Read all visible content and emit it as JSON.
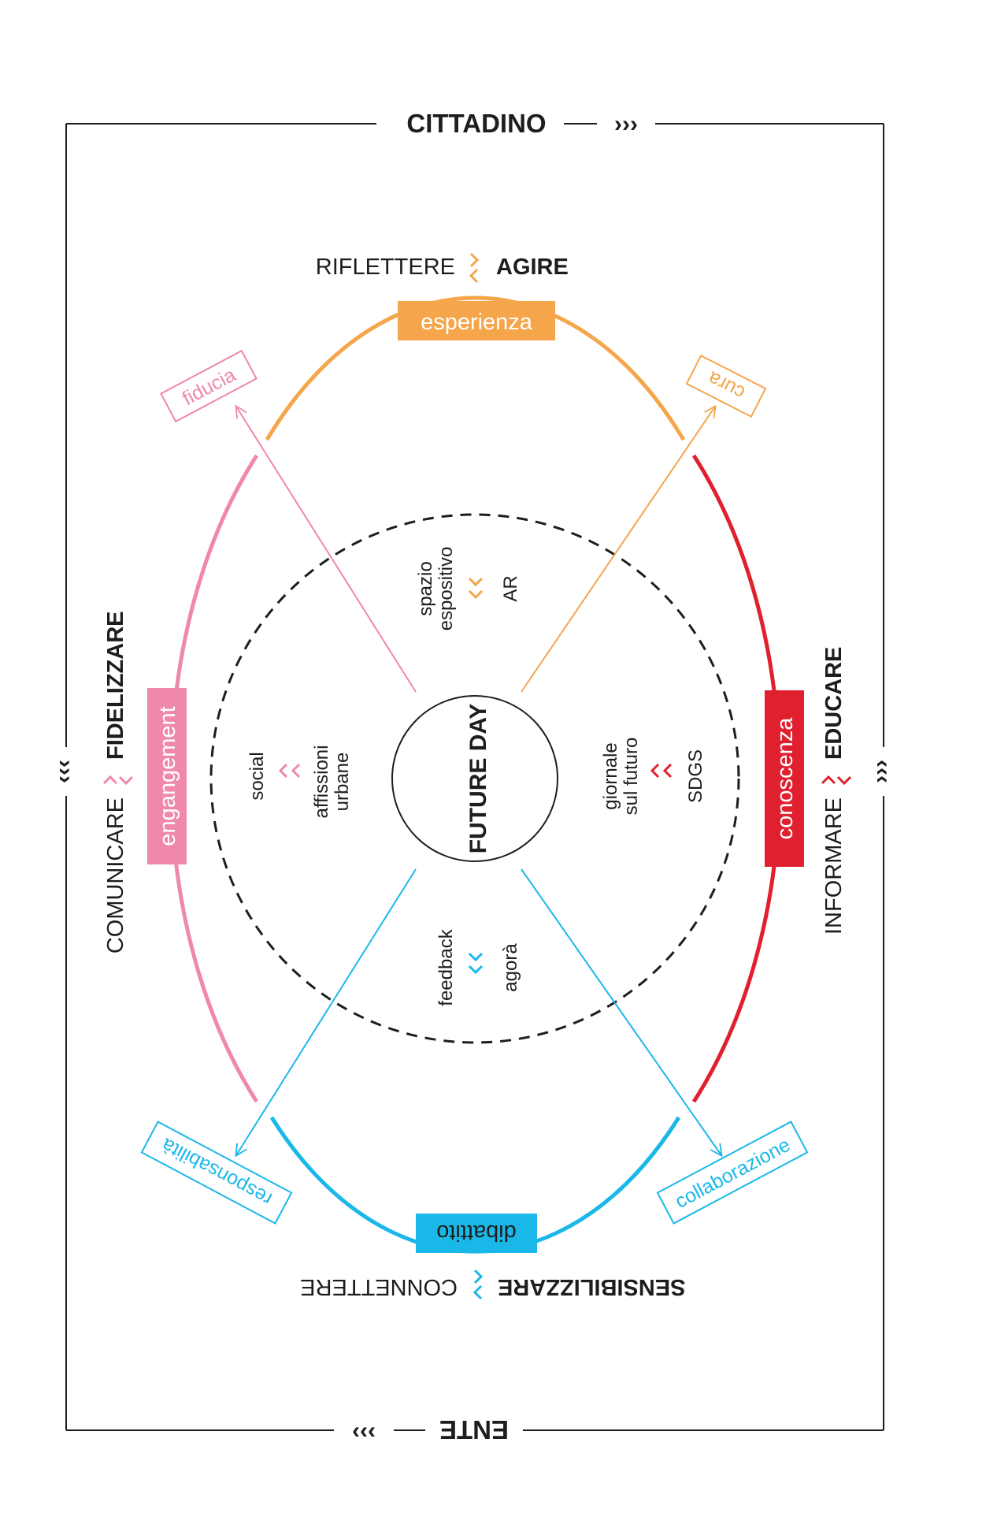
{
  "colors": {
    "ink": "#1d1d1b",
    "orange": "#f5a54a",
    "red": "#e0202f",
    "pink": "#ef88aa",
    "cyan": "#1ab8e8"
  },
  "frame": {
    "top_label": "CITTADINO",
    "top_arrows": "›››",
    "bottom_label": "ENTE",
    "bottom_arrows": "‹‹‹",
    "left_arrows": "›››",
    "right_arrows": "‹‹‹"
  },
  "axes": {
    "top": {
      "left_verb": "RIFLETTERE",
      "right_verb": "AGIRE"
    },
    "bottom": {
      "left_verb": "SENSIBILIZZARE",
      "right_verb": "CONNETTERE"
    },
    "left": {
      "normal_verb": "COMUNICARE",
      "bold_verb": "FIDELIZZARE"
    },
    "right": {
      "normal_verb": "INFORMARE",
      "bold_verb": "EDUCARE"
    }
  },
  "quadrants": {
    "top": "esperienza",
    "right": "conoscenza",
    "bottom": "dibattito",
    "left": "engangement"
  },
  "corners": {
    "top_left": "fiducia",
    "top_right": "cura",
    "bottom_left": "responsabilità",
    "bottom_right": "collaborazione"
  },
  "center": {
    "label": "FUTURE DAY"
  },
  "channels": {
    "top": {
      "line1": "spazio",
      "line2": "espositivo",
      "other": "AR"
    },
    "right": {
      "line1": "giornale",
      "line2": "sul futuro",
      "other": "SDGS"
    },
    "bottom": {
      "line1": "feedback",
      "other": "agorà"
    },
    "left": {
      "line1": "social",
      "other_line1": "affissioni",
      "other_line2": "urbane"
    }
  }
}
